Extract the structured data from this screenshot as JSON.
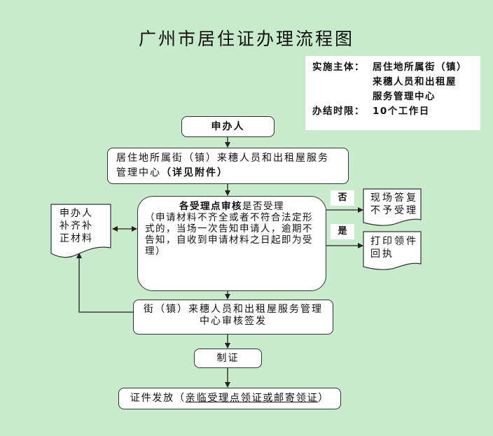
{
  "title": "广州市居住证办理流程图",
  "info": {
    "implementer_label": "实施主体：",
    "implementer_lines": [
      "居住地所属街（镇）",
      "来穗人员和出租屋",
      "服务管理中心"
    ],
    "time_limit_label": "办结时限：",
    "time_limit_value": "10个工作日"
  },
  "steps": {
    "applicant": "申办人",
    "center_line1": "居住地所属街（镇）来穗人员和出租屋服务",
    "center_line2": "管理中心",
    "center_bold": "（详见附件）",
    "review_bold": "各受理点审核",
    "review_rest": "是否受理",
    "review_note": "（申请材料不齐全或者不符合法定形式的，当场一次告知申请人，逾期不告知，自收到申请材料之日起即为受理）",
    "sign_line1": "街（镇）来穗人员和出租屋服务管理",
    "sign_line2": "中心审核签发",
    "make": "制证",
    "issue_prefix": "证件发放（",
    "issue_underlined": "亲临受理点领证或邮寄领证",
    "issue_suffix": "）"
  },
  "side_docs": {
    "supplement_lines": [
      "申办人",
      "补齐补",
      "正材料"
    ],
    "reject_lines": [
      "现场答复",
      "不予受理"
    ],
    "receipt_lines": [
      "打印领件",
      "回执"
    ]
  },
  "branch_labels": {
    "no": "否",
    "yes": "是"
  },
  "colors": {
    "background": "#c8ebcb",
    "box_fill": "#ffffff",
    "line": "#222222"
  }
}
